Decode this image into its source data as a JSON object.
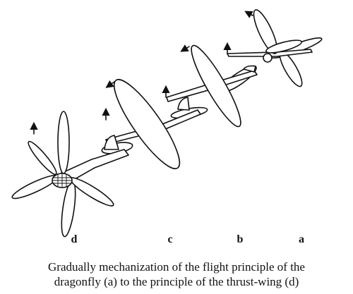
{
  "labels": {
    "d": "d",
    "c": "c",
    "b": "b",
    "a": "a"
  },
  "caption": {
    "line1": "Gradually mechanization of the flight principle of the",
    "line2": "dragonfly (a) to the principle of the thrust-wing (d)"
  },
  "style": {
    "stroke": "#111111",
    "fill": "#ffffff"
  }
}
